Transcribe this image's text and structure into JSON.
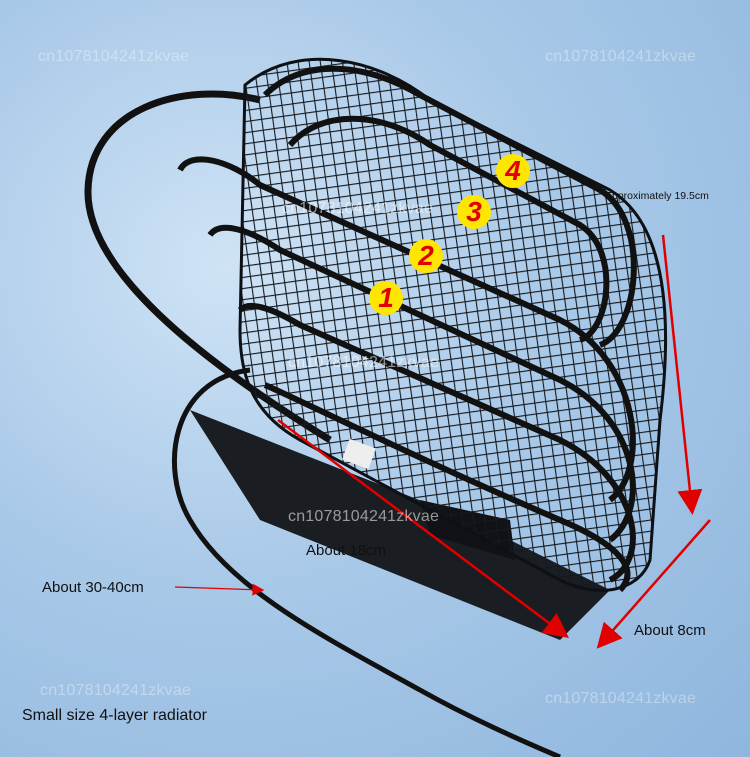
{
  "watermarks": {
    "top_left": "cn1078104241zkvae",
    "top_right": "cn1078104241zkvae",
    "center_top": "cn1078104241zkvae",
    "center_mid": "cn1078104241zkvae",
    "center_low": "cn1078104241zkvae",
    "bottom_left": "cn1078104241zkvae",
    "bottom_right": "cn1078104241zkvae"
  },
  "layers": [
    "1",
    "2",
    "3",
    "4"
  ],
  "dimensions": {
    "height": "Approximately 19.5cm",
    "length": "About 18cm",
    "depth": "About 8cm",
    "tube": "About 30-40cm"
  },
  "caption": "Small size 4-layer radiator",
  "colors": {
    "background": "#a9c9e8",
    "tube": "#111111",
    "badge_fill": "#ffe600",
    "badge_text": "#e00000",
    "arrow": "#e00000"
  }
}
